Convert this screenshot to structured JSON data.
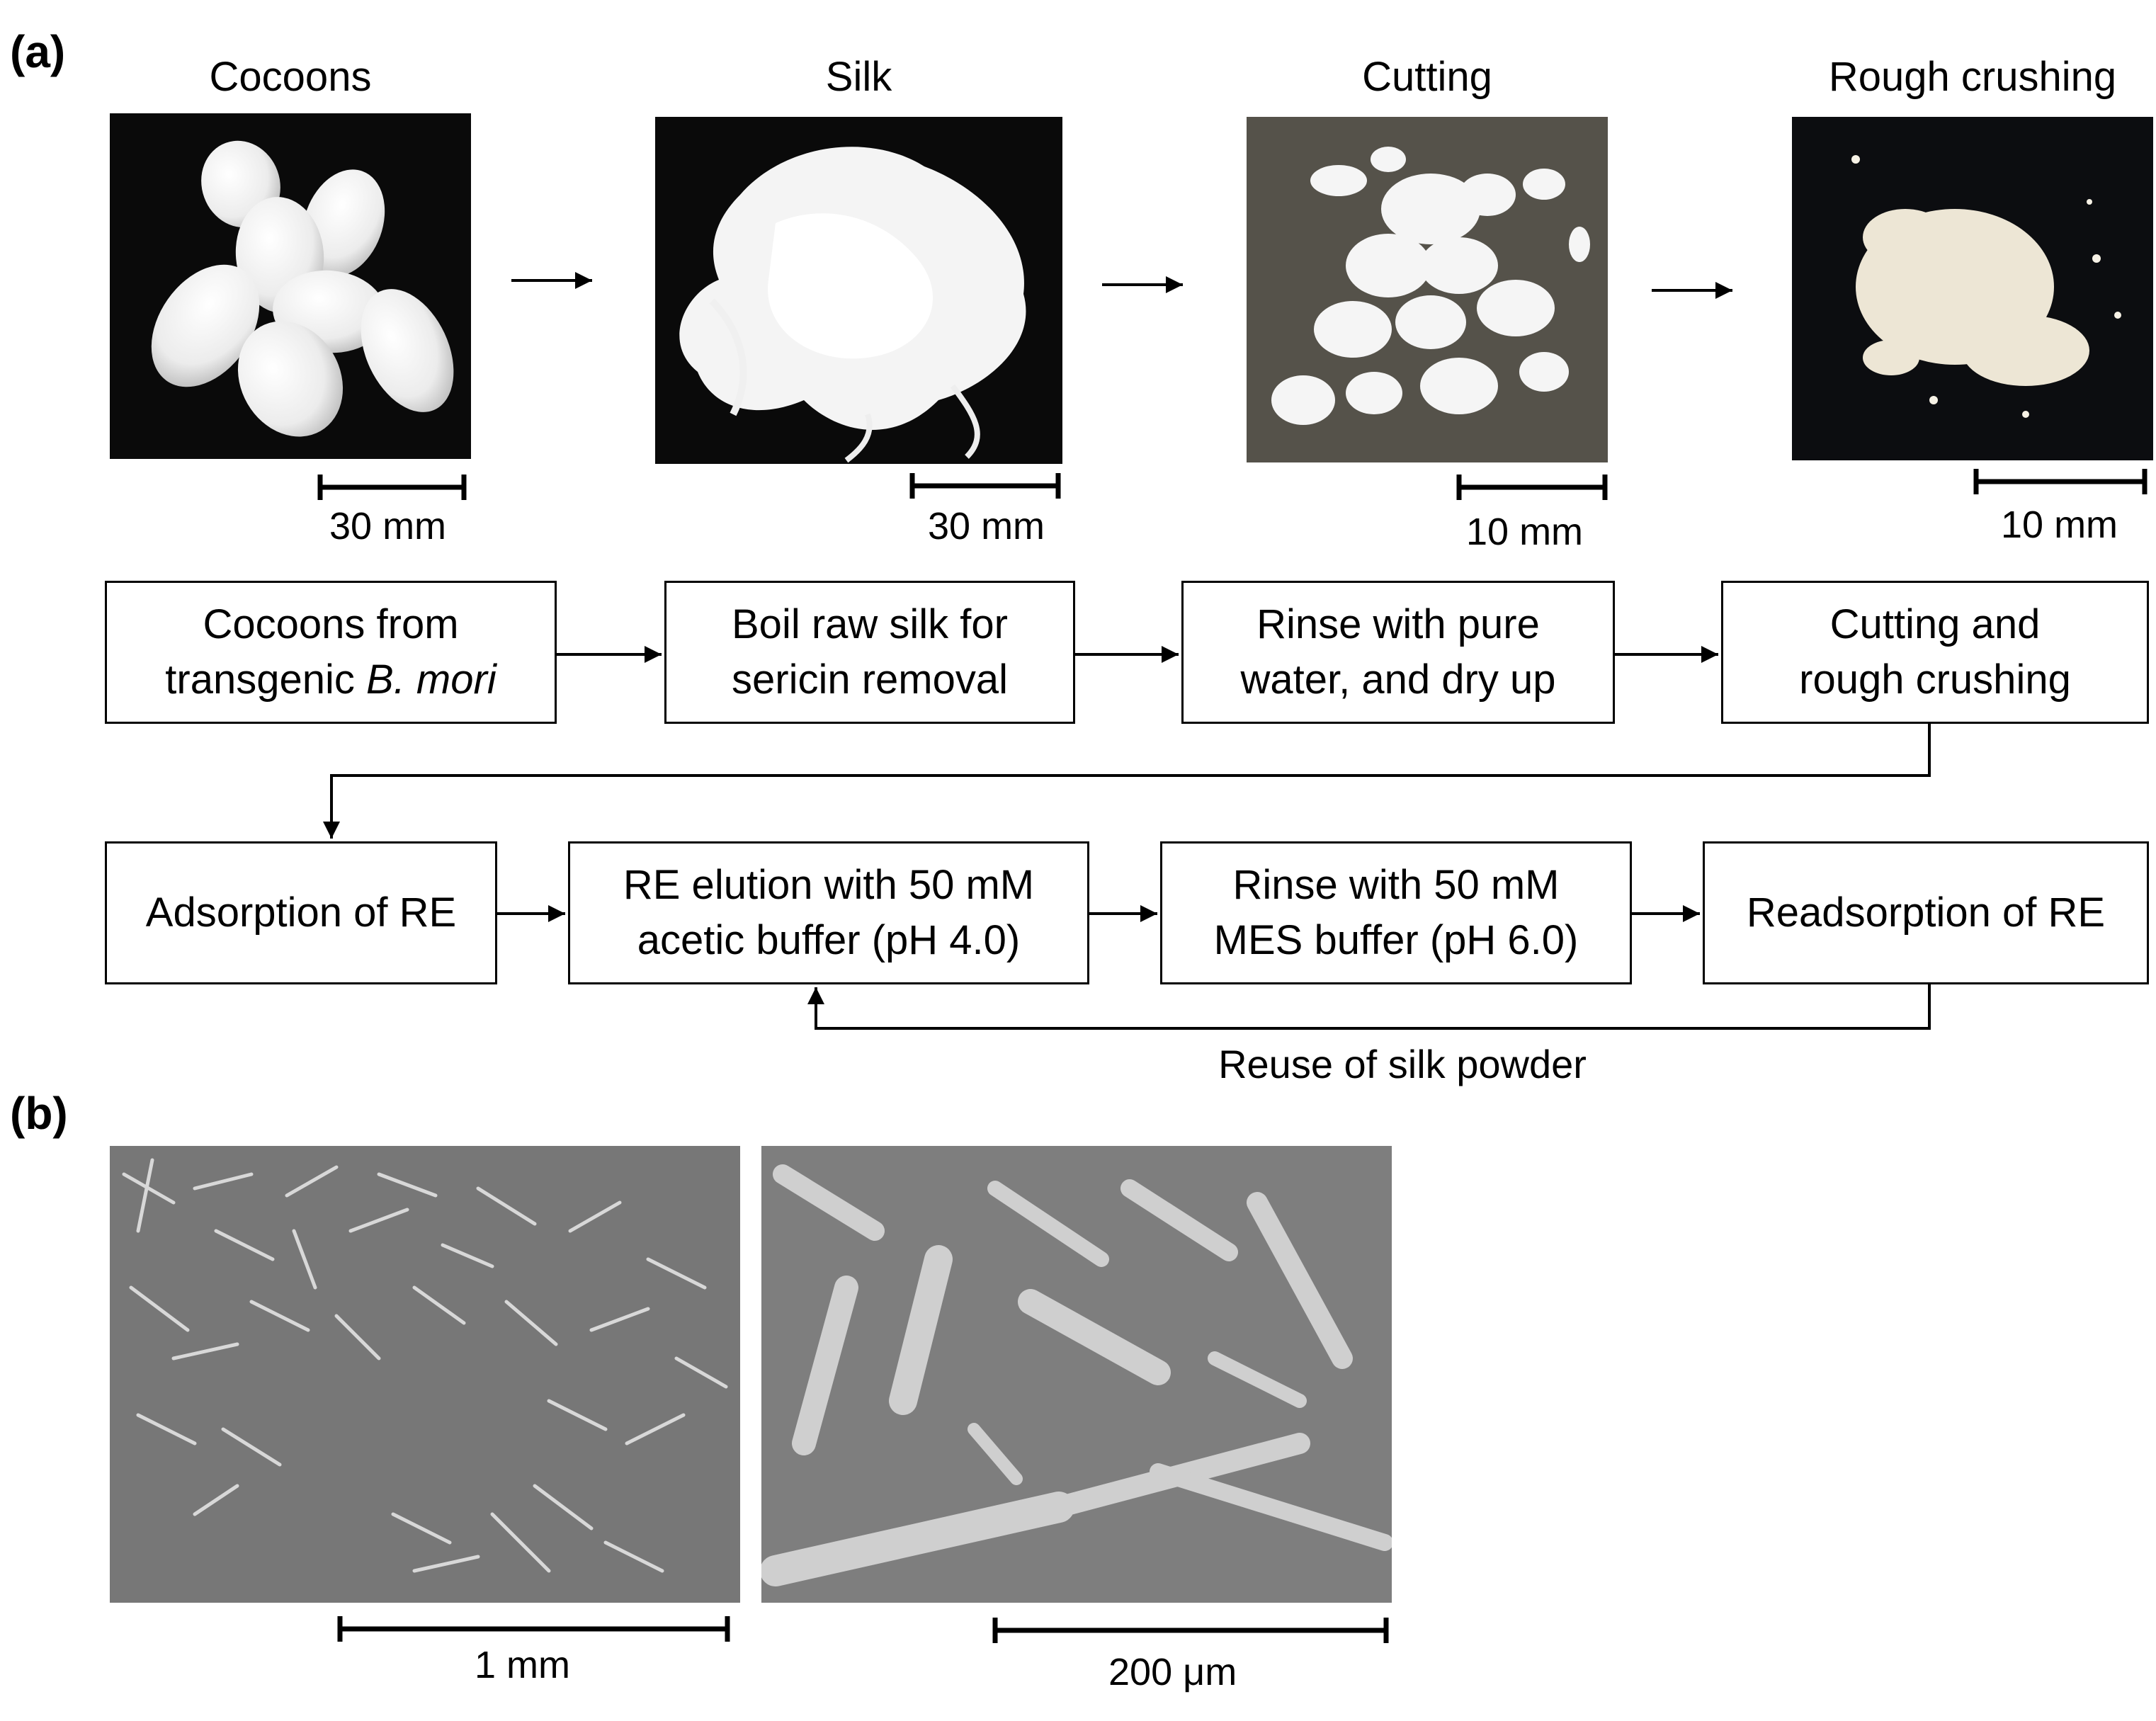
{
  "panel_a_label": "(a)",
  "panel_b_label": "(b)",
  "photos": [
    {
      "title": "Cocoons",
      "scale": "30 mm"
    },
    {
      "title": "Silk",
      "scale": "30 mm"
    },
    {
      "title": "Cutting",
      "scale": "10 mm"
    },
    {
      "title": "Rough crushing",
      "scale": "10 mm"
    }
  ],
  "flow_row1": [
    {
      "line1": "Cocoons from",
      "line2_prefix": "transgenic ",
      "line2_italic": "B. mori"
    },
    {
      "line1": "Boil raw silk for",
      "line2": "sericin removal"
    },
    {
      "line1": "Rinse with pure",
      "line2": "water, and dry up"
    },
    {
      "line1": "Cutting and",
      "line2": "rough crushing"
    }
  ],
  "flow_row2": [
    {
      "line1": "Adsorption of RE"
    },
    {
      "line1": "RE elution with 50 mM",
      "line2": "acetic buffer (pH 4.0)"
    },
    {
      "line1": "Rinse with 50 mM",
      "line2": "MES buffer (pH 6.0)"
    },
    {
      "line1": "Readsorption of RE"
    }
  ],
  "reuse_label": "Reuse of silk powder",
  "sem_images": [
    {
      "scale": "1 mm"
    },
    {
      "scale": "200 μm"
    }
  ]
}
